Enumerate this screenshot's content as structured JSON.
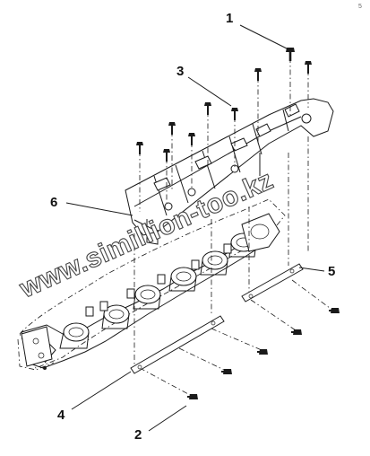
{
  "corner_mark": "5",
  "watermark": "www.simillion-too.kz",
  "callouts": [
    {
      "id": "1",
      "label": "1"
    },
    {
      "id": "2",
      "label": "2"
    },
    {
      "id": "3",
      "label": "3"
    },
    {
      "id": "4",
      "label": "4"
    },
    {
      "id": "5",
      "label": "5"
    },
    {
      "id": "6",
      "label": "6"
    }
  ]
}
